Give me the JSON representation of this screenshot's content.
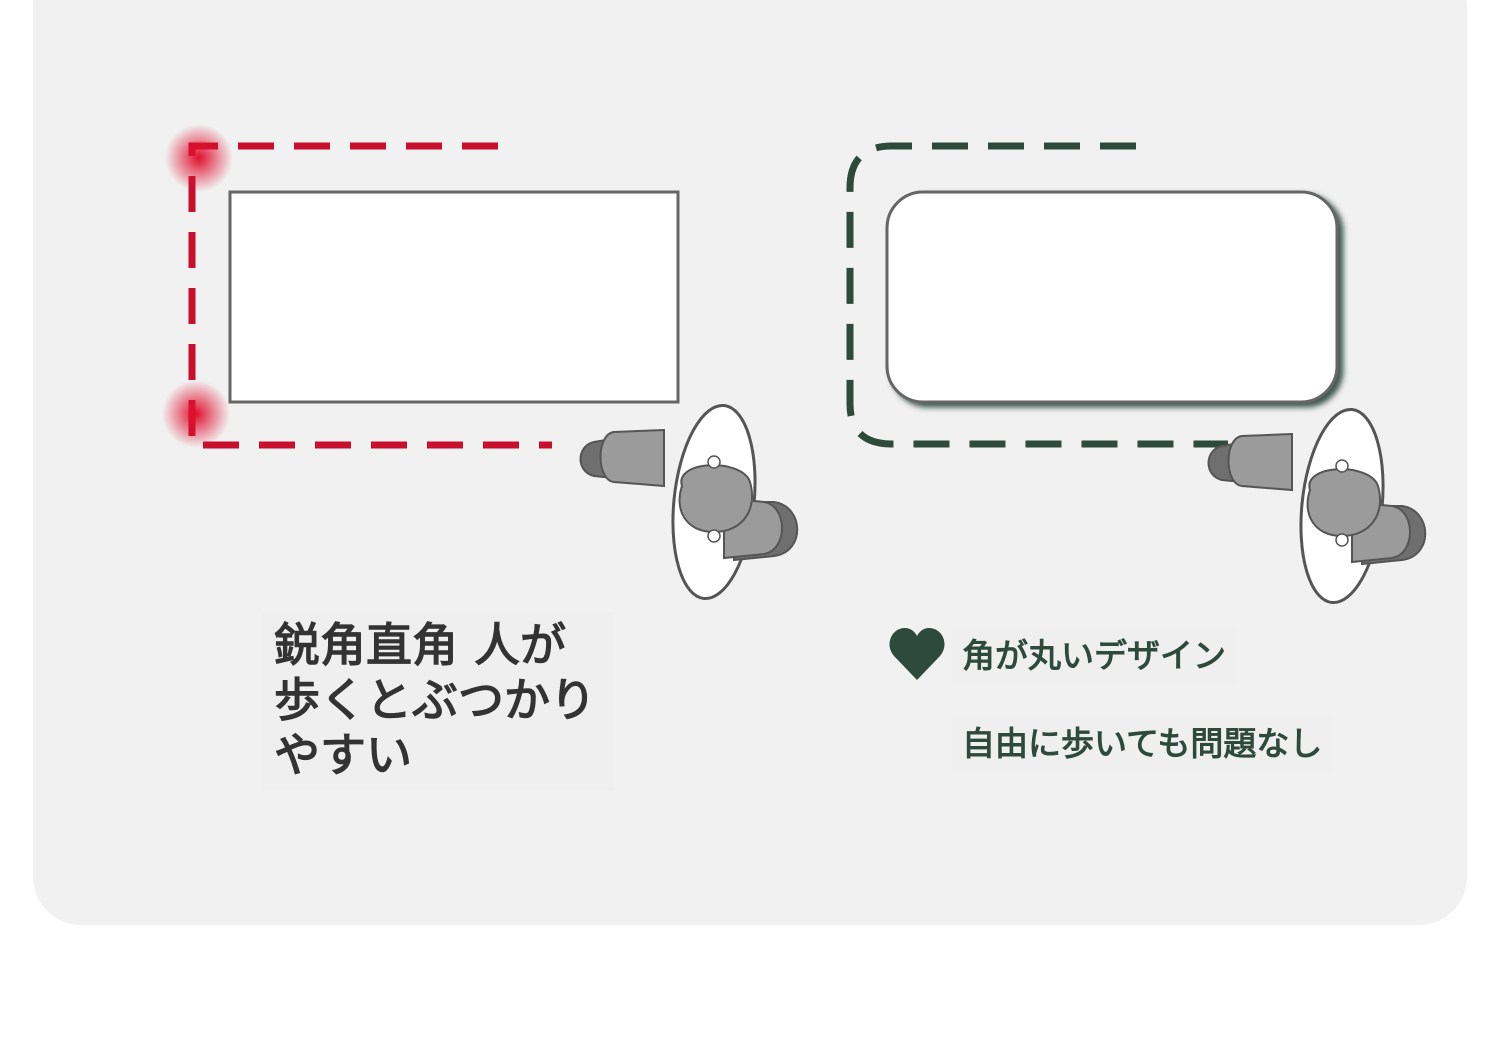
{
  "left_panel": {
    "caption": "鋭角直角 人が歩くとぶつかりやすい",
    "accent_color": "#c8102e",
    "corner_style": "sharp"
  },
  "right_panel": {
    "caption_line1": "角が丸いデザイン",
    "caption_line2": "自由に歩いても問題なし",
    "accent_color": "#2d4a3c",
    "corner_style": "rounded",
    "icon": "heart-icon"
  },
  "colors": {
    "card_background": "#f1f1f1",
    "page_background": "#ffffff",
    "outline": "#555555",
    "figure_gray": "#9b9b9b",
    "figure_dark": "#6f6f6f"
  }
}
